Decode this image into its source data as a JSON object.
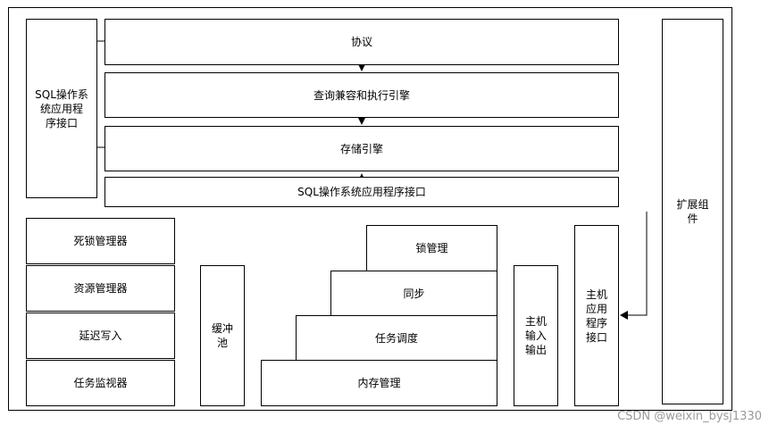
{
  "top": {
    "sql_api_left": [
      "SQL操作系",
      "统应用程",
      "序接口"
    ],
    "protocol": "协议",
    "query_engine": "查询兼容和执行引擎",
    "storage_engine": "存储引擎",
    "sql_api_bottom": "SQL操作系统应用程序接口",
    "extensions": [
      "扩展组",
      "件"
    ]
  },
  "left_stack": {
    "deadlock_manager": "死锁管理器",
    "resource_manager": "资源管理器",
    "lazy_writer": "延迟写入",
    "task_monitor": "任务监视器"
  },
  "buffer_pool": [
    "缓冲",
    "池"
  ],
  "staircase": {
    "lock_management": "锁管理",
    "sync": "同步",
    "task_scheduling": "任务调度",
    "memory_management": "内存管理"
  },
  "host_io": [
    "主机",
    "输入",
    "输出"
  ],
  "host_api": [
    "主机",
    "应用",
    "程序",
    "接口"
  ],
  "watermark": "CSDN @weixin_bysj1330"
}
